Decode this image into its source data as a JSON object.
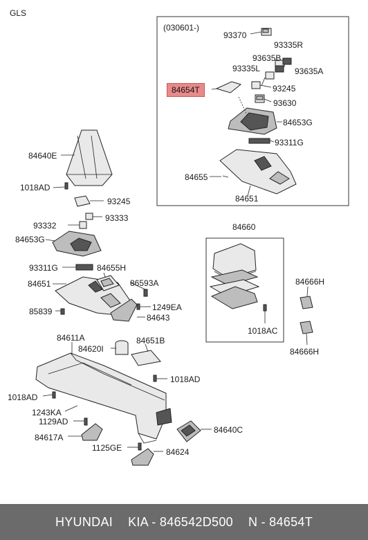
{
  "header": {
    "model": "GLS"
  },
  "inset": {
    "date_code": "(030601-)"
  },
  "labels": {
    "p93370": "93370",
    "p93335R": "93335R",
    "p93635B": "93635B",
    "p93335L": "93335L",
    "p93635A": "93635A",
    "p84654T": "84654T",
    "p93245_top": "93245",
    "p93630": "93630",
    "p84653G_top": "84653G",
    "p93311G_top": "93311G",
    "p84655": "84655",
    "p84651_top": "84651",
    "p84640E": "84640E",
    "p1018AD_a": "1018AD",
    "p93245": "93245",
    "p93332": "93332",
    "p93333": "93333",
    "p84653G": "84653G",
    "p93311G": "93311G",
    "p84655H": "84655H",
    "p84651": "84651",
    "p86593A": "86593A",
    "p1249EA": "1249EA",
    "p85839": "85839",
    "p84643": "84643",
    "p84660": "84660",
    "p84666H_a": "84666H",
    "p1018AC": "1018AC",
    "p84666H_b": "84666H",
    "p84611A": "84611A",
    "p84620I": "84620I",
    "p84651B": "84651B",
    "p1018AD_b": "1018AD",
    "p1018AD_c": "1018AD",
    "p1243KA": "1243KA",
    "p1129AD": "1129AD",
    "p84617A": "84617A",
    "p84640C": "84640C",
    "p1125GE": "1125GE",
    "p84624": "84624"
  },
  "footer": {
    "brand": "HYUNDAI",
    "oem": "KIA - 846542D500",
    "part": "N - 84654T"
  },
  "colors": {
    "highlight": "#e88a8a",
    "footer_bg": "#6b6b6b"
  }
}
